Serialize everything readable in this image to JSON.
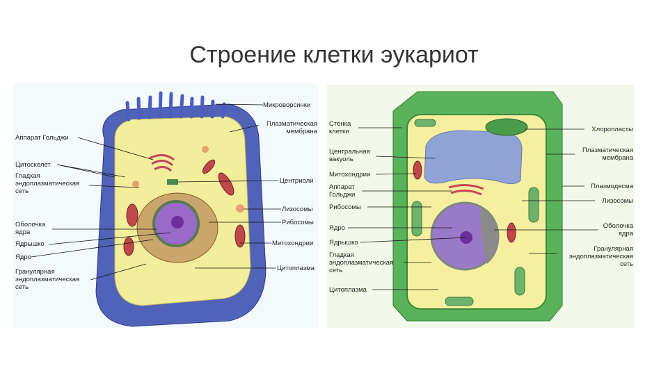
{
  "title": "Строение клетки эукариот",
  "animal_cell": {
    "microvilli": "Микроворсинки",
    "plasma_membrane": "Плазматическая\nмембрана",
    "golgi": "Аппарат Гольджи",
    "cytoskeleton": "Цитоскелет",
    "smooth_er": "Гладкая\nэндоплазматическая\nсеть",
    "centrioles": "Центриоли",
    "lysosomes": "Лизосомы",
    "ribosomes": "Рибосомы",
    "nuclear_envelope": "Оболочка\nядра",
    "nucleolus": "Ядрышко",
    "mitochondria": "Митохондрии",
    "nucleus": "Ядро",
    "cytoplasm": "Цитоплазма",
    "rough_er": "Гранулярная\nэндоплазматическая\nсеть"
  },
  "plant_cell": {
    "cell_wall": "Стенка\nклетки",
    "central_vacuole": "Центральная\nвакуоль",
    "mitochondria": "Митохондрии",
    "golgi": "Аппарат\nГольджи",
    "ribosomes": "Рибосомы",
    "nucleus": "Ядро",
    "nucleolus": "Ядрышко",
    "smooth_er": "Гладкая\nэндоплазматическая\nсеть",
    "cytoplasm": "Цитоплазма",
    "chloroplasts": "Хлоропласты",
    "plasma_membrane": "Плазматическая\nмембрана",
    "plasmodesma": "Плазмодесма",
    "lysosomes": "Лизосомы",
    "nuclear_envelope": "Оболочка\nядра",
    "rough_er": "Гранулярная\nэндоплазматическая\nсеть"
  }
}
